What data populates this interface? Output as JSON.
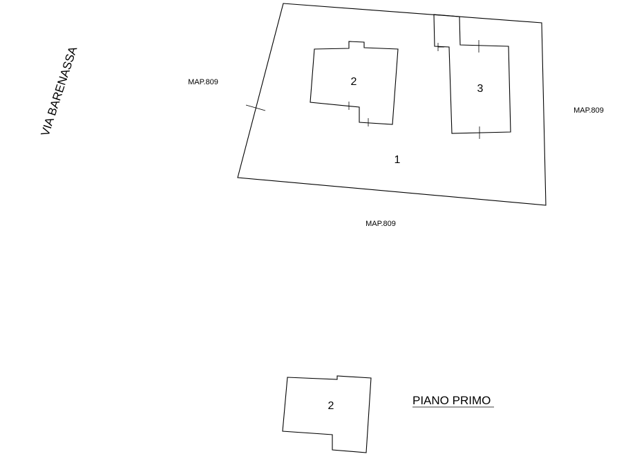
{
  "street": {
    "name": "VIA BARENASSA"
  },
  "boundaries": {
    "west": "MAP.809",
    "east": "MAP.809",
    "south": "MAP.809"
  },
  "parcels": {
    "lot": "1",
    "building_a": "2",
    "building_b": "3"
  },
  "upper_floor": {
    "title": "PIANO PRIMO",
    "building": "2"
  },
  "colors": {
    "line": "#000000",
    "background": "#ffffff"
  }
}
